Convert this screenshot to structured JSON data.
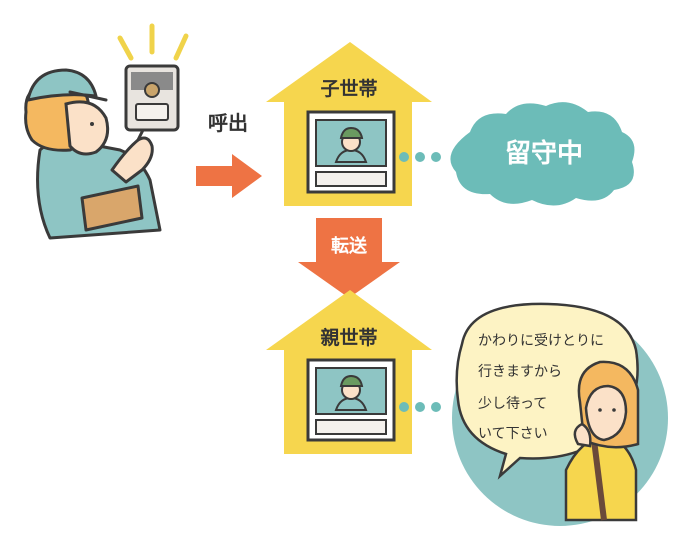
{
  "diagram": {
    "call_label": "呼出",
    "child_house_label": "子世帯",
    "absent_label": "留守中",
    "transfer_label": "転送",
    "parent_house_label": "親世帯",
    "speech_lines": [
      "かわりに受けとりに",
      "行きますから",
      "少し待って",
      "いて下さい"
    ]
  }
}
